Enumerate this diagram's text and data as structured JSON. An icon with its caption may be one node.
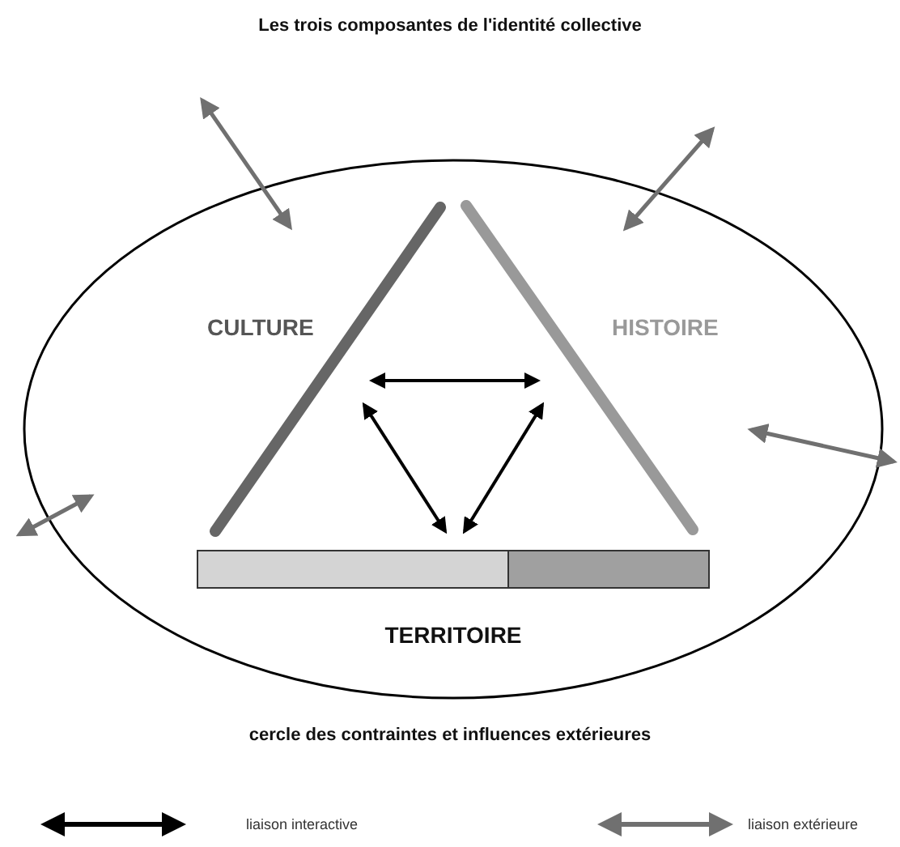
{
  "diagram": {
    "title": "Les trois composantes de l'identité collective",
    "nodes": [
      {
        "text": [],
        "shape": "ellipse",
        "beside": [
          "cercle des contraintes et influences extérieures"
        ]
      }
    ],
    "labels": [
      "CULTURE",
      "HISTOIRE",
      "TERRITOIRE"
    ],
    "legend": [
      {
        "text": "liaison interactive"
      },
      {
        "text": "liaison extérieure"
      }
    ]
  }
}
